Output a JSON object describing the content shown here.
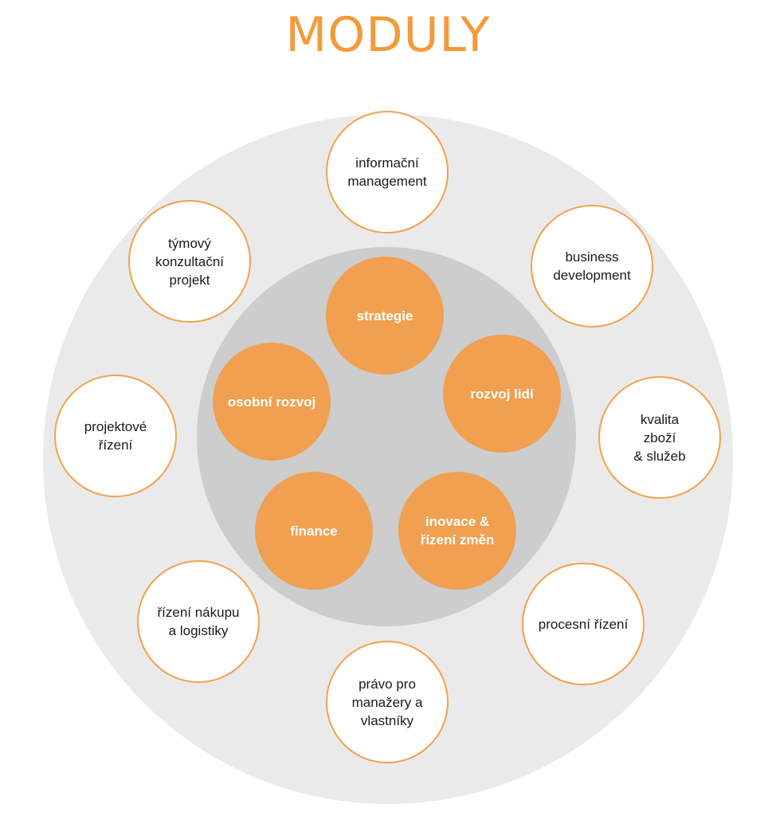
{
  "title": "MODULY",
  "colors": {
    "accent": "#f0a050",
    "title": "#f39a3a",
    "outer_ring": "#eaeaea",
    "inner_ring": "#cdcdcd",
    "outer_border": "#f2a24e"
  },
  "outer_modules": [
    {
      "label": "informační\nmanagement"
    },
    {
      "label": "business\ndevelopment"
    },
    {
      "label": "kvalita\nzboží\n& služeb"
    },
    {
      "label": "procesní řízení"
    },
    {
      "label": "právo pro\nmanažery a\nvlastníky"
    },
    {
      "label": "řízení nákupu\na logistiky"
    },
    {
      "label": "projektové\nřízení"
    },
    {
      "label": "týmový\nkonzultační\nprojekt"
    }
  ],
  "inner_modules": [
    {
      "label": "strategie"
    },
    {
      "label": "rozvoj lidí"
    },
    {
      "label": "inovace &\nřízení změn"
    },
    {
      "label": "finance"
    },
    {
      "label": "osobní rozvoj"
    }
  ]
}
